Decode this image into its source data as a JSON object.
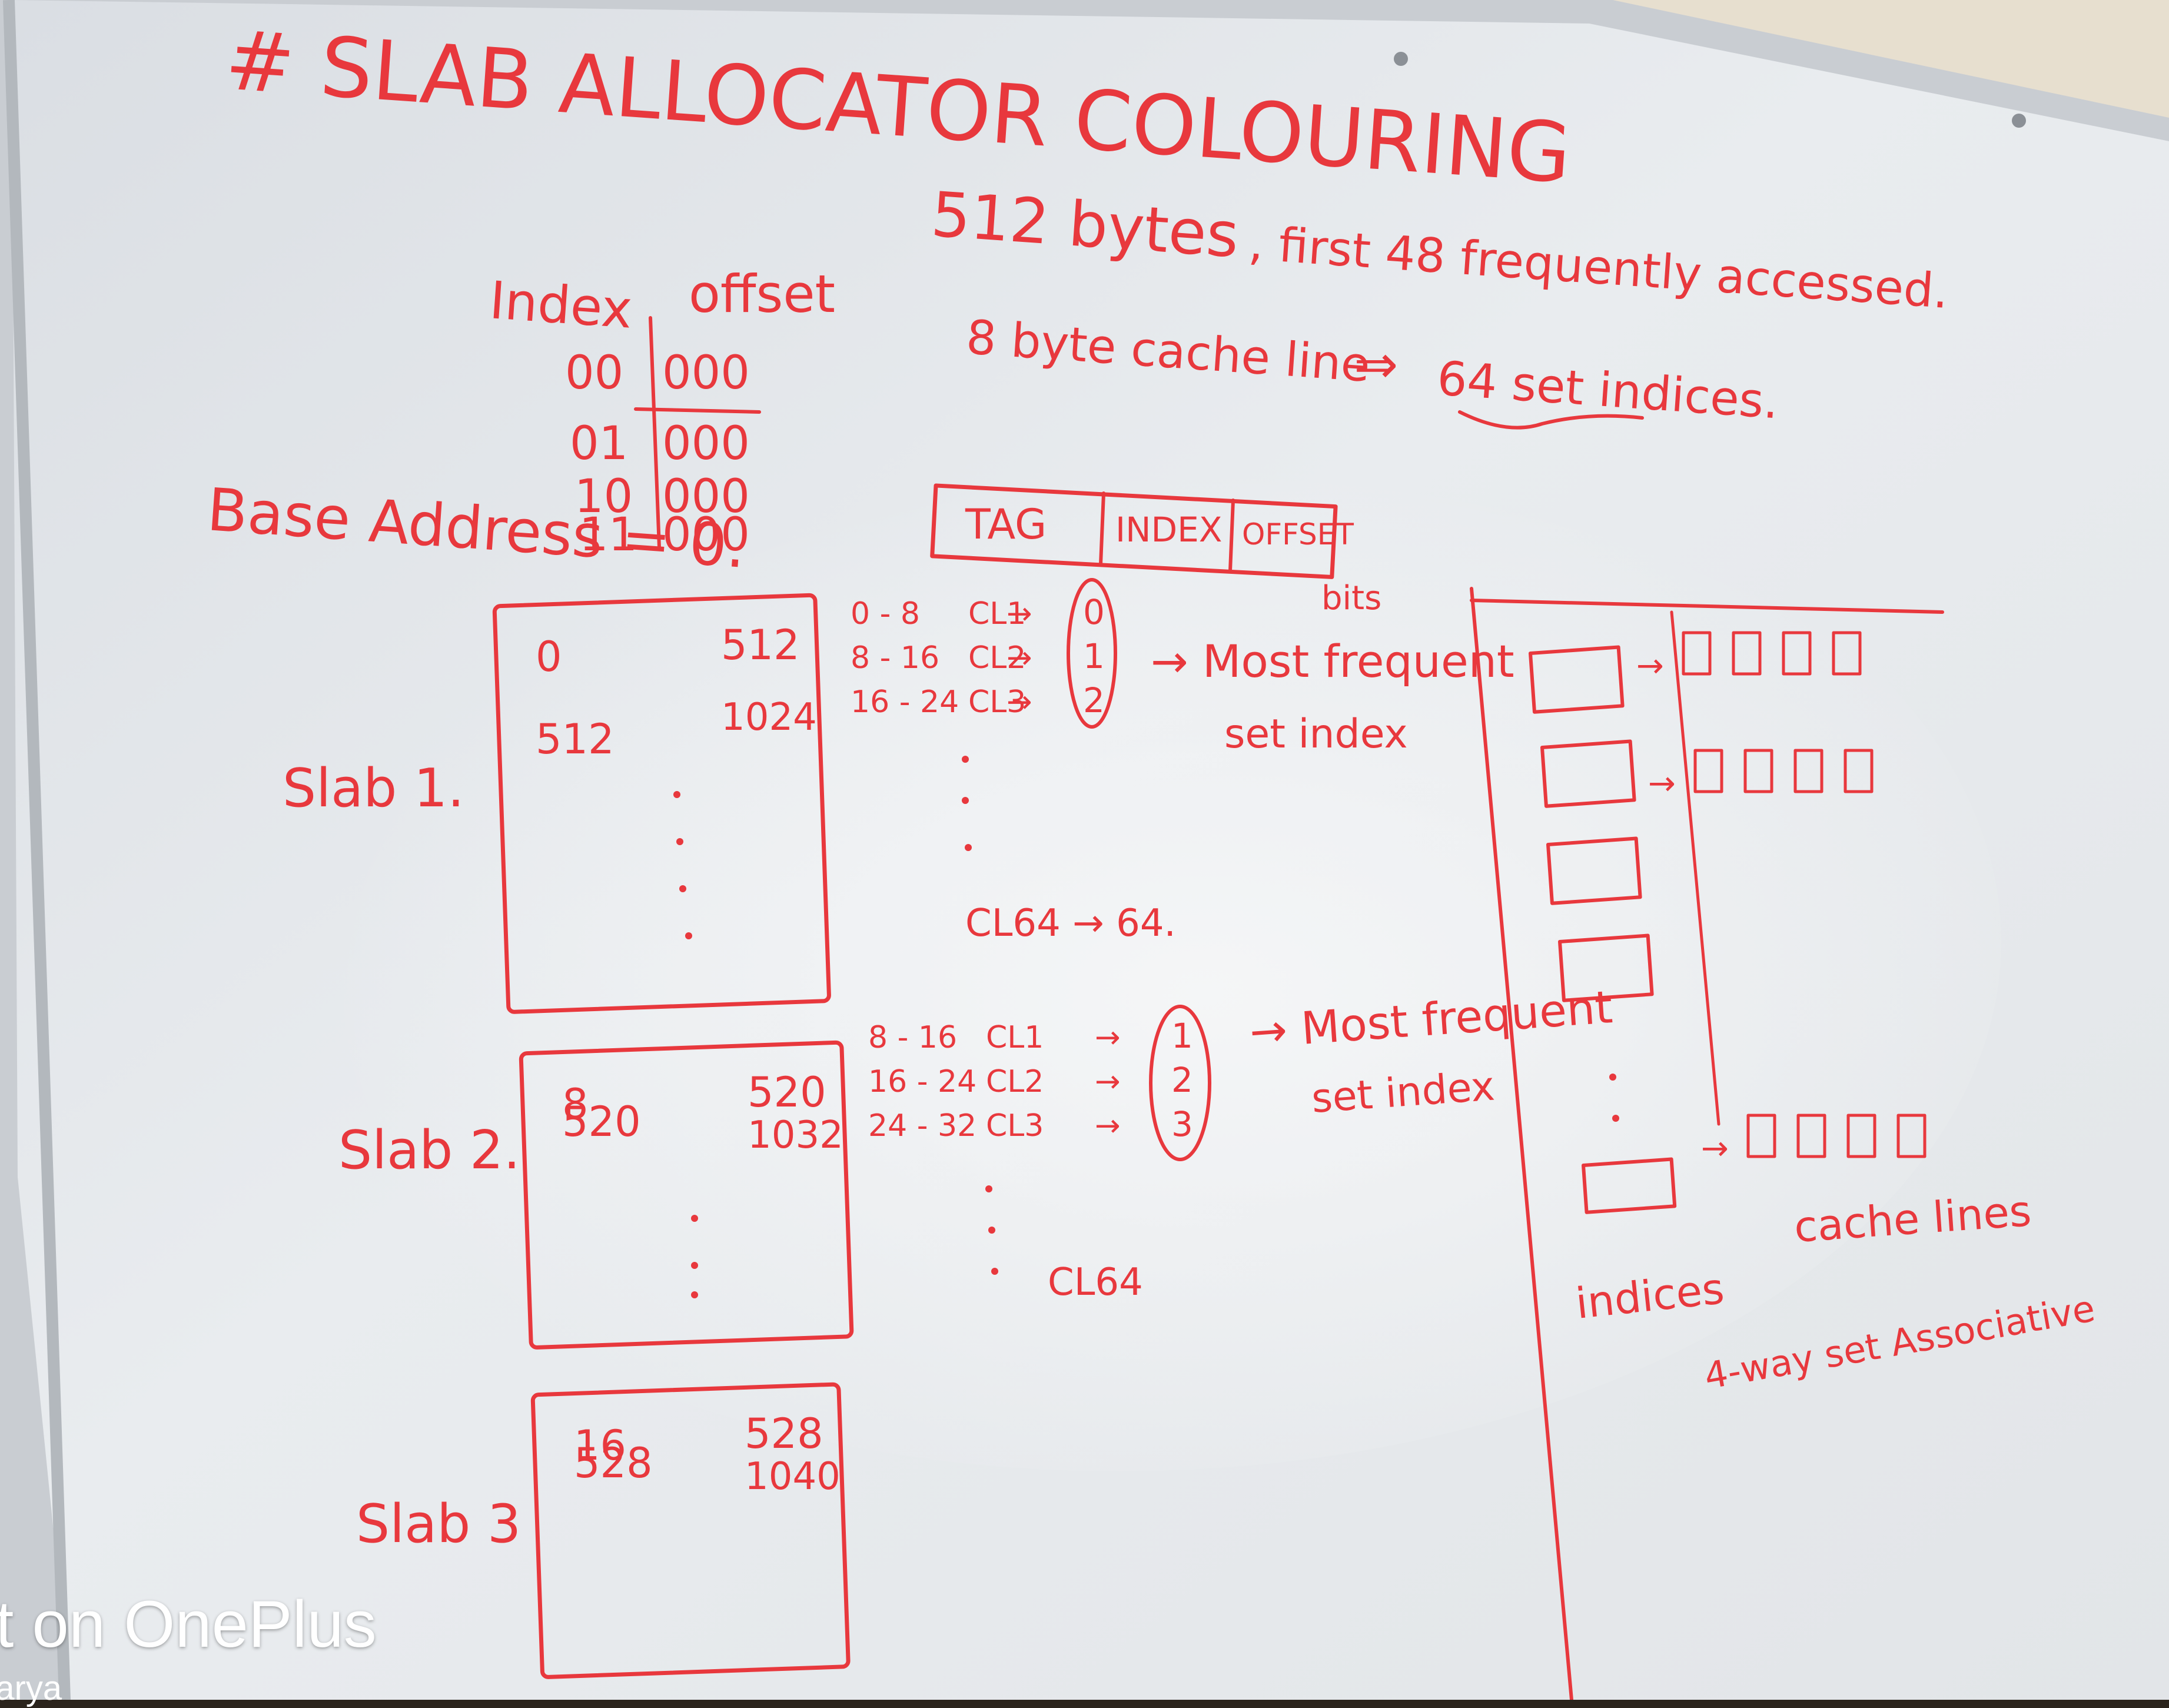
{
  "whiteboard": {
    "title": "# SLAB ALLOCATOR COLOURING",
    "object_size": "512 bytes",
    "access_note": ", first 48 frequently accessed.",
    "cache_line_note": "8 byte cache line",
    "arrow": "⇒",
    "set_indices": "64 set indices.",
    "address_table": {
      "header_index": "Index",
      "header_offset": "offset",
      "rows": [
        {
          "index": "00",
          "offset": "000"
        },
        {
          "index": "01",
          "offset": "000"
        },
        {
          "index": "10",
          "offset": "000"
        },
        {
          "index": "11",
          "offset": "000"
        }
      ],
      "base_address": "Base Address = 0."
    },
    "address_fields": {
      "tag": "TAG",
      "index": "INDEX",
      "offset": "OFFSET",
      "bits": "bits"
    },
    "slabs": [
      {
        "label": "Slab 1.",
        "start": "0",
        "start_end": "512",
        "second": "512",
        "second_end": "1024"
      },
      {
        "label": "Slab 2.",
        "start": "8",
        "start_end": "520",
        "second": "520",
        "second_end": "1032"
      },
      {
        "label": "Slab 3",
        "start": "16",
        "start_end": "528",
        "second": "528",
        "second_end": "1040"
      }
    ],
    "slab1_mapping": [
      {
        "range": "0 - 8",
        "line": "CL1",
        "set": "0"
      },
      {
        "range": "8 - 16",
        "line": "CL2",
        "set": "1"
      },
      {
        "range": "16 - 24",
        "line": "CL3",
        "set": "2"
      }
    ],
    "slab1_last": "CL64 → 64.",
    "slab2_mapping": [
      {
        "range": "8 - 16",
        "line": "CL1",
        "set": "1"
      },
      {
        "range": "16 - 24",
        "line": "CL2",
        "set": "2"
      },
      {
        "range": "24 - 32",
        "line": "CL3",
        "set": "3"
      }
    ],
    "slab2_last": "CL64",
    "most_frequent_1": [
      "→ Most frequent",
      "set index"
    ],
    "most_frequent_2": [
      "→ Most frequent",
      "set index"
    ],
    "cache_diagram": {
      "indices_label": "indices",
      "lines_label": "cache lines",
      "assoc_label": "4-way set Associative"
    }
  },
  "watermark": {
    "text": "ot on OnePlus",
    "subtext": "harya"
  }
}
